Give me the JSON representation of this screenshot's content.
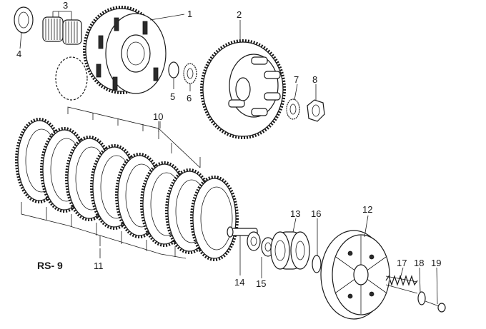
{
  "diagram": {
    "model_label": "RS- 9",
    "callouts": [
      "1",
      "2",
      "3",
      "4",
      "5",
      "6",
      "7",
      "8",
      "10",
      "11",
      "12",
      "13",
      "14",
      "15",
      "16",
      "17",
      "18",
      "19"
    ]
  }
}
